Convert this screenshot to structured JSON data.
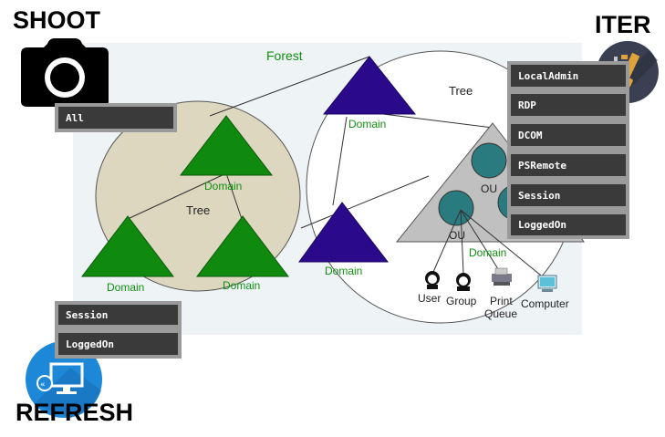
{
  "shoot": {
    "label": "SHOOT"
  },
  "iter": {
    "label": "ITER"
  },
  "refresh": {
    "label": "REFRESH"
  },
  "left_top_menu": {
    "items": [
      "All"
    ]
  },
  "left_bottom_menu": {
    "items": [
      "Session",
      "LoggedOn"
    ]
  },
  "right_menu": {
    "items": [
      "LocalAdmin",
      "RDP",
      "DCOM",
      "PSRemote",
      "Session",
      "LoggedOn"
    ]
  },
  "diagram": {
    "forest": "Forest",
    "tree_left": "Tree",
    "tree_right": "Tree",
    "domain": "Domain",
    "ou": "OU",
    "user": "User",
    "group": "Group",
    "print_queue_1": "Print",
    "print_queue_2": "Queue",
    "computer": "Computer"
  },
  "colors": {
    "green": "#0f8a0f",
    "navy": "#2a0a8a",
    "teal": "#2a7b80",
    "tan": "#ddd7bf",
    "button_bg": "#3a3a3a"
  }
}
